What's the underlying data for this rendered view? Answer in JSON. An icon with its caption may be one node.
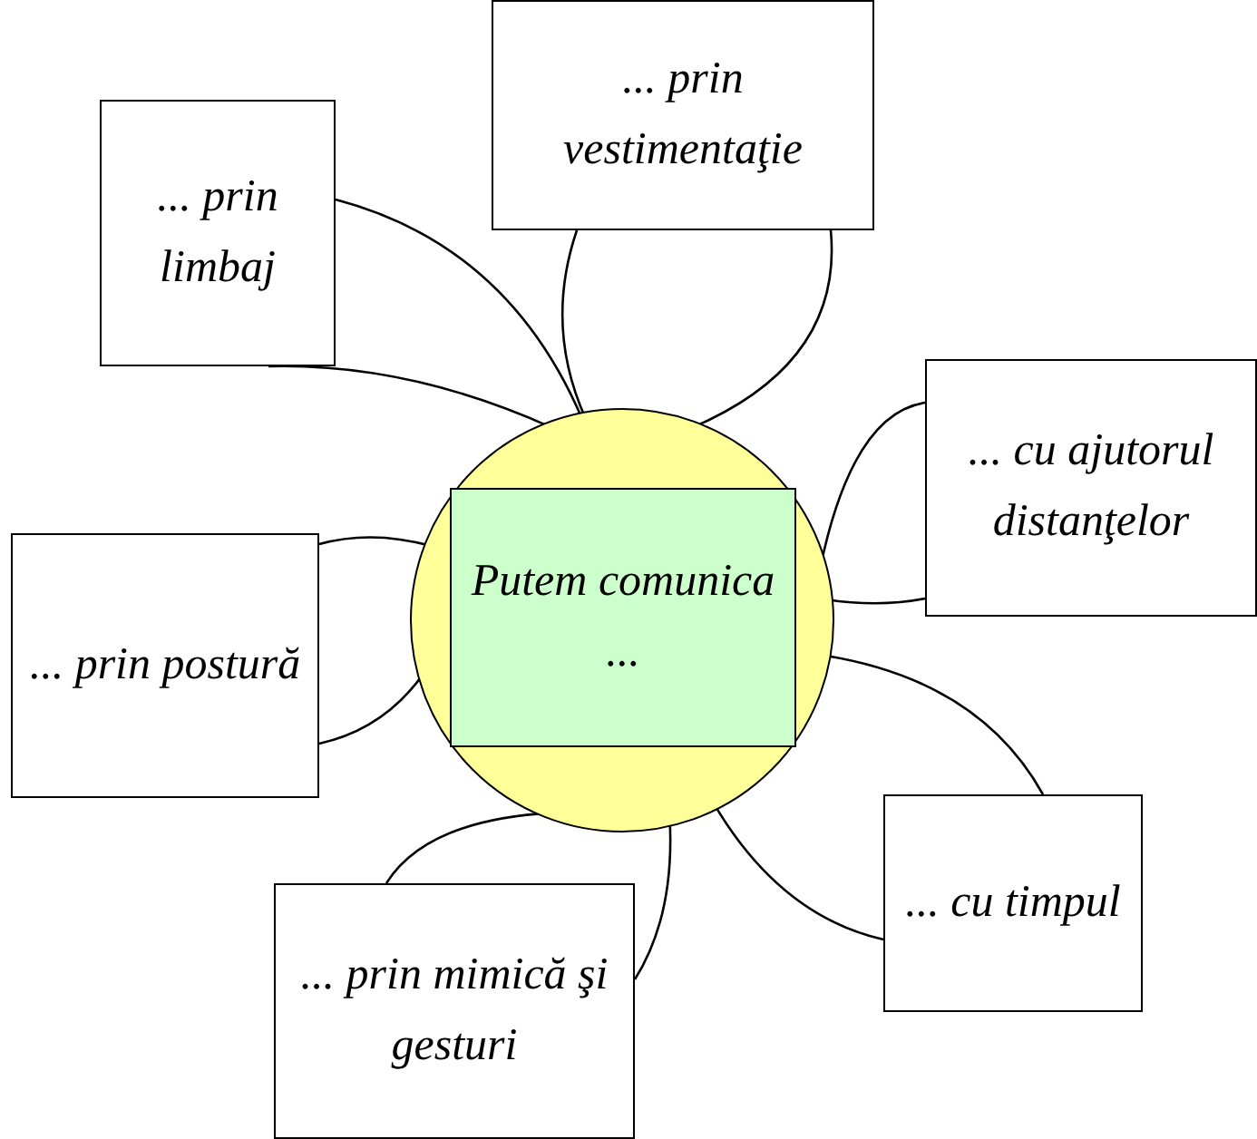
{
  "diagram": {
    "nodes": [
      {
        "text": [],
        "shape": "circle"
      },
      {
        "text": [
          "Putem comunica ..."
        ],
        "in": 0
      },
      {
        "text": [
          "... prin limbaj"
        ]
      },
      {
        "text": [
          "... prin vestimentaţie"
        ]
      },
      {
        "text": [
          "... cu ajutorul distanţelor"
        ]
      },
      {
        "text": [
          "... cu timpul"
        ]
      },
      {
        "text": [
          "... prin mimică şi gesturi"
        ]
      },
      {
        "text": [
          "... prin postură"
        ]
      }
    ],
    "edges": [
      {
        "from": 2,
        "to": 0,
        "arrow": "none"
      },
      {
        "from": 2,
        "to": 0,
        "arrow": "none"
      },
      {
        "from": 3,
        "to": 0,
        "arrow": "none"
      },
      {
        "from": 3,
        "to": 0,
        "arrow": "none"
      },
      {
        "from": 0,
        "to": 4,
        "arrow": "none"
      },
      {
        "from": 0,
        "to": 4,
        "arrow": "none"
      },
      {
        "from": 0,
        "to": 5,
        "arrow": "none"
      },
      {
        "from": 0,
        "to": 5,
        "arrow": "none"
      },
      {
        "from": 0,
        "to": 6,
        "arrow": "none"
      },
      {
        "from": 0,
        "to": 6,
        "arrow": "none"
      },
      {
        "from": 0,
        "to": 7,
        "arrow": "none"
      },
      {
        "from": 0,
        "to": 7,
        "arrow": "none"
      }
    ]
  }
}
